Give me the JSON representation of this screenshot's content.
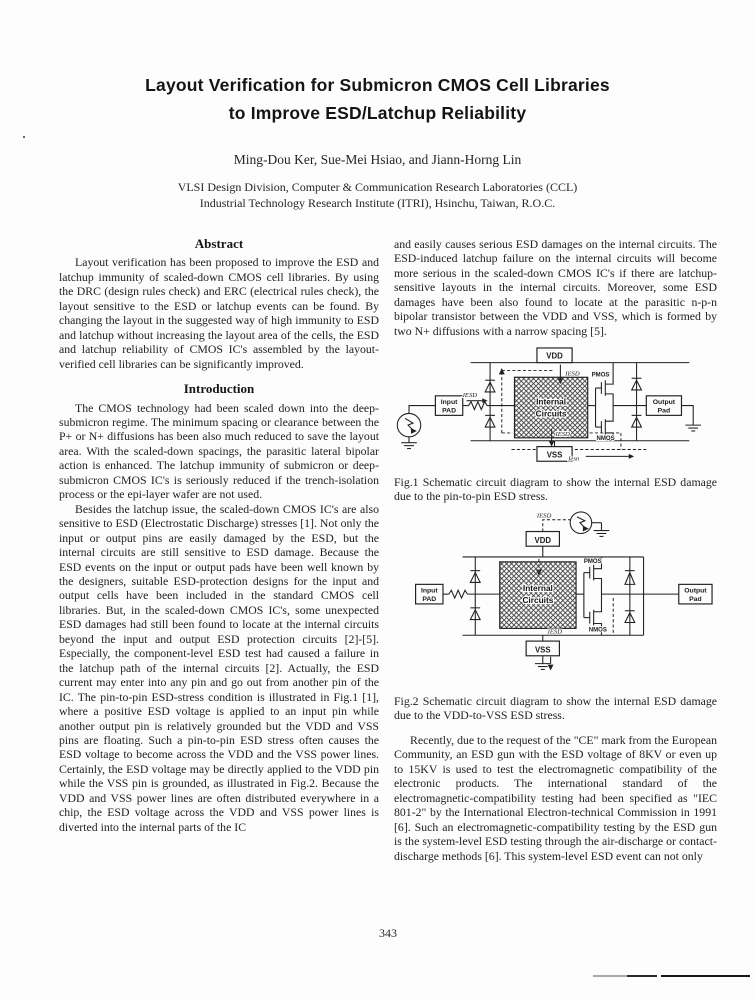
{
  "document": {
    "title_line1": "Layout Verification for Submicron CMOS Cell Libraries",
    "title_line2": "to Improve ESD/Latchup Reliability",
    "authors": "Ming-Dou Ker, Sue-Mei Hsiao, and Jiann-Horng Lin",
    "affiliation_line1": "VLSI Design Division, Computer & Communication Research Laboratories (CCL)",
    "affiliation_line2": "Industrial Technology Research Institute (ITRI), Hsinchu, Taiwan, R.O.C.",
    "page_number": "343"
  },
  "abstract": {
    "heading": "Abstract",
    "body": "Layout verification has been proposed to improve the ESD and latchup immunity of scaled-down CMOS cell libraries. By using the DRC (design rules check) and ERC (electrical rules check), the layout sensitive to the ESD or latchup events can be found. By changing the layout in the suggested way of high immunity to ESD and latchup without increasing the layout area of the cells, the ESD and latchup reliability of CMOS IC's assembled by the layout-verified cell libraries can be significantly improved."
  },
  "introduction": {
    "heading": "Introduction",
    "para1": "The CMOS technology had been scaled down into the deep-submicron regime. The minimum spacing or clearance between the P+ or N+ diffusions has been also much reduced to save the layout area. With the scaled-down spacings, the parasitic lateral bipolar action is enhanced. The latchup immunity of submicron or deep-submicron CMOS IC's is seriously reduced if the trench-isolation process or the epi-layer wafer are not used.",
    "para2": "Besides the latchup issue, the scaled-down CMOS IC's are also sensitive to ESD (Electrostatic Discharge) stresses [1]. Not only the input or output pins are easily damaged by the ESD, but the internal circuits are still sensitive to ESD damage. Because the ESD events on the input or output pads have been well known by the designers, suitable ESD-protection designs for the input and output cells have been included in the standard CMOS cell libraries. But, in the scaled-down CMOS IC's, some unexpected ESD damages had still been found to locate at the internal circuits beyond the input and output ESD protection circuits [2]-[5]. Especially, the component-level ESD test had caused a failure in the latchup path of the internal circuits [2]. Actually, the ESD current may enter into any pin and go out from another pin of the IC. The pin-to-pin ESD-stress condition is illustrated in Fig.1 [1], where a positive ESD voltage is applied to an input pin while another output pin is relatively grounded but the VDD and VSS pins are floating. Such a pin-to-pin ESD stress often causes the ESD voltage to become across the VDD and the VSS power lines. Certainly, the ESD voltage may be directly applied to the VDD pin while the VSS pin is grounded, as illustrated in Fig.2. Because the VDD and VSS power lines are often distributed everywhere in a chip, the ESD voltage across the VDD and VSS power lines is diverted into the internal parts of the IC"
  },
  "right_column": {
    "para1": "and easily causes serious ESD damages on the internal circuits. The ESD-induced latchup failure on the internal circuits will become more serious in the scaled-down CMOS IC's if there are latchup-sensitive layouts in the internal circuits. Moreover, some ESD damages have been also found to locate at the parasitic n-p-n bipolar transistor between the VDD and VSS, which is formed by two N+ diffusions with a narrow spacing [5].",
    "para2": "Recently, due to the request of the \"CE\" mark from the European Community, an ESD gun with the ESD voltage of 8KV or even up to 15KV is used to test the electromagnetic compatibility of the electronic products. The international standard of the electromagnetic-compatibility testing had been specified as \"IEC 801-2\" by the International Electron-technical Commission in 1991 [6]. Such an electromagnetic-compatibility testing by the ESD gun is the system-level ESD testing through the air-discharge or contact-discharge methods [6]. This system-level ESD event can not only"
  },
  "fig1": {
    "caption": "Fig.1 Schematic circuit diagram to show the internal ESD damage due to the pin-to-pin ESD stress.",
    "labels": {
      "vdd": "VDD",
      "vss": "VSS",
      "input_pad_line1": "Input",
      "input_pad_line2": "PAD",
      "output_pad_line1": "Output",
      "output_pad_line2": "Pad",
      "internal_line1": "Internal",
      "internal_line2": "Circuits",
      "iesd_input": "IESD",
      "iesd_top": "IESD",
      "iesd_bottom": "IESD",
      "iesn": "Iesn",
      "pmos": "PMOS",
      "nmos": "NMOS"
    }
  },
  "fig2": {
    "caption": "Fig.2 Schematic circuit diagram to show the internal ESD damage due to the VDD-to-VSS ESD stress.",
    "labels": {
      "vdd": "VDD",
      "vss": "VSS",
      "input_pad_line1": "Input",
      "input_pad_line2": "PAD",
      "output_pad_line1": "Output",
      "output_pad_line2": "Pad",
      "internal_line1": "Internal",
      "internal_line2": "Circuits",
      "iesd_top": "IESD",
      "iesd_bottom": "IESD",
      "pmos": "PMOS",
      "nmos": "NMOS"
    }
  },
  "colors": {
    "ink": "#1f1f1f",
    "paper": "#fdfdfd"
  }
}
